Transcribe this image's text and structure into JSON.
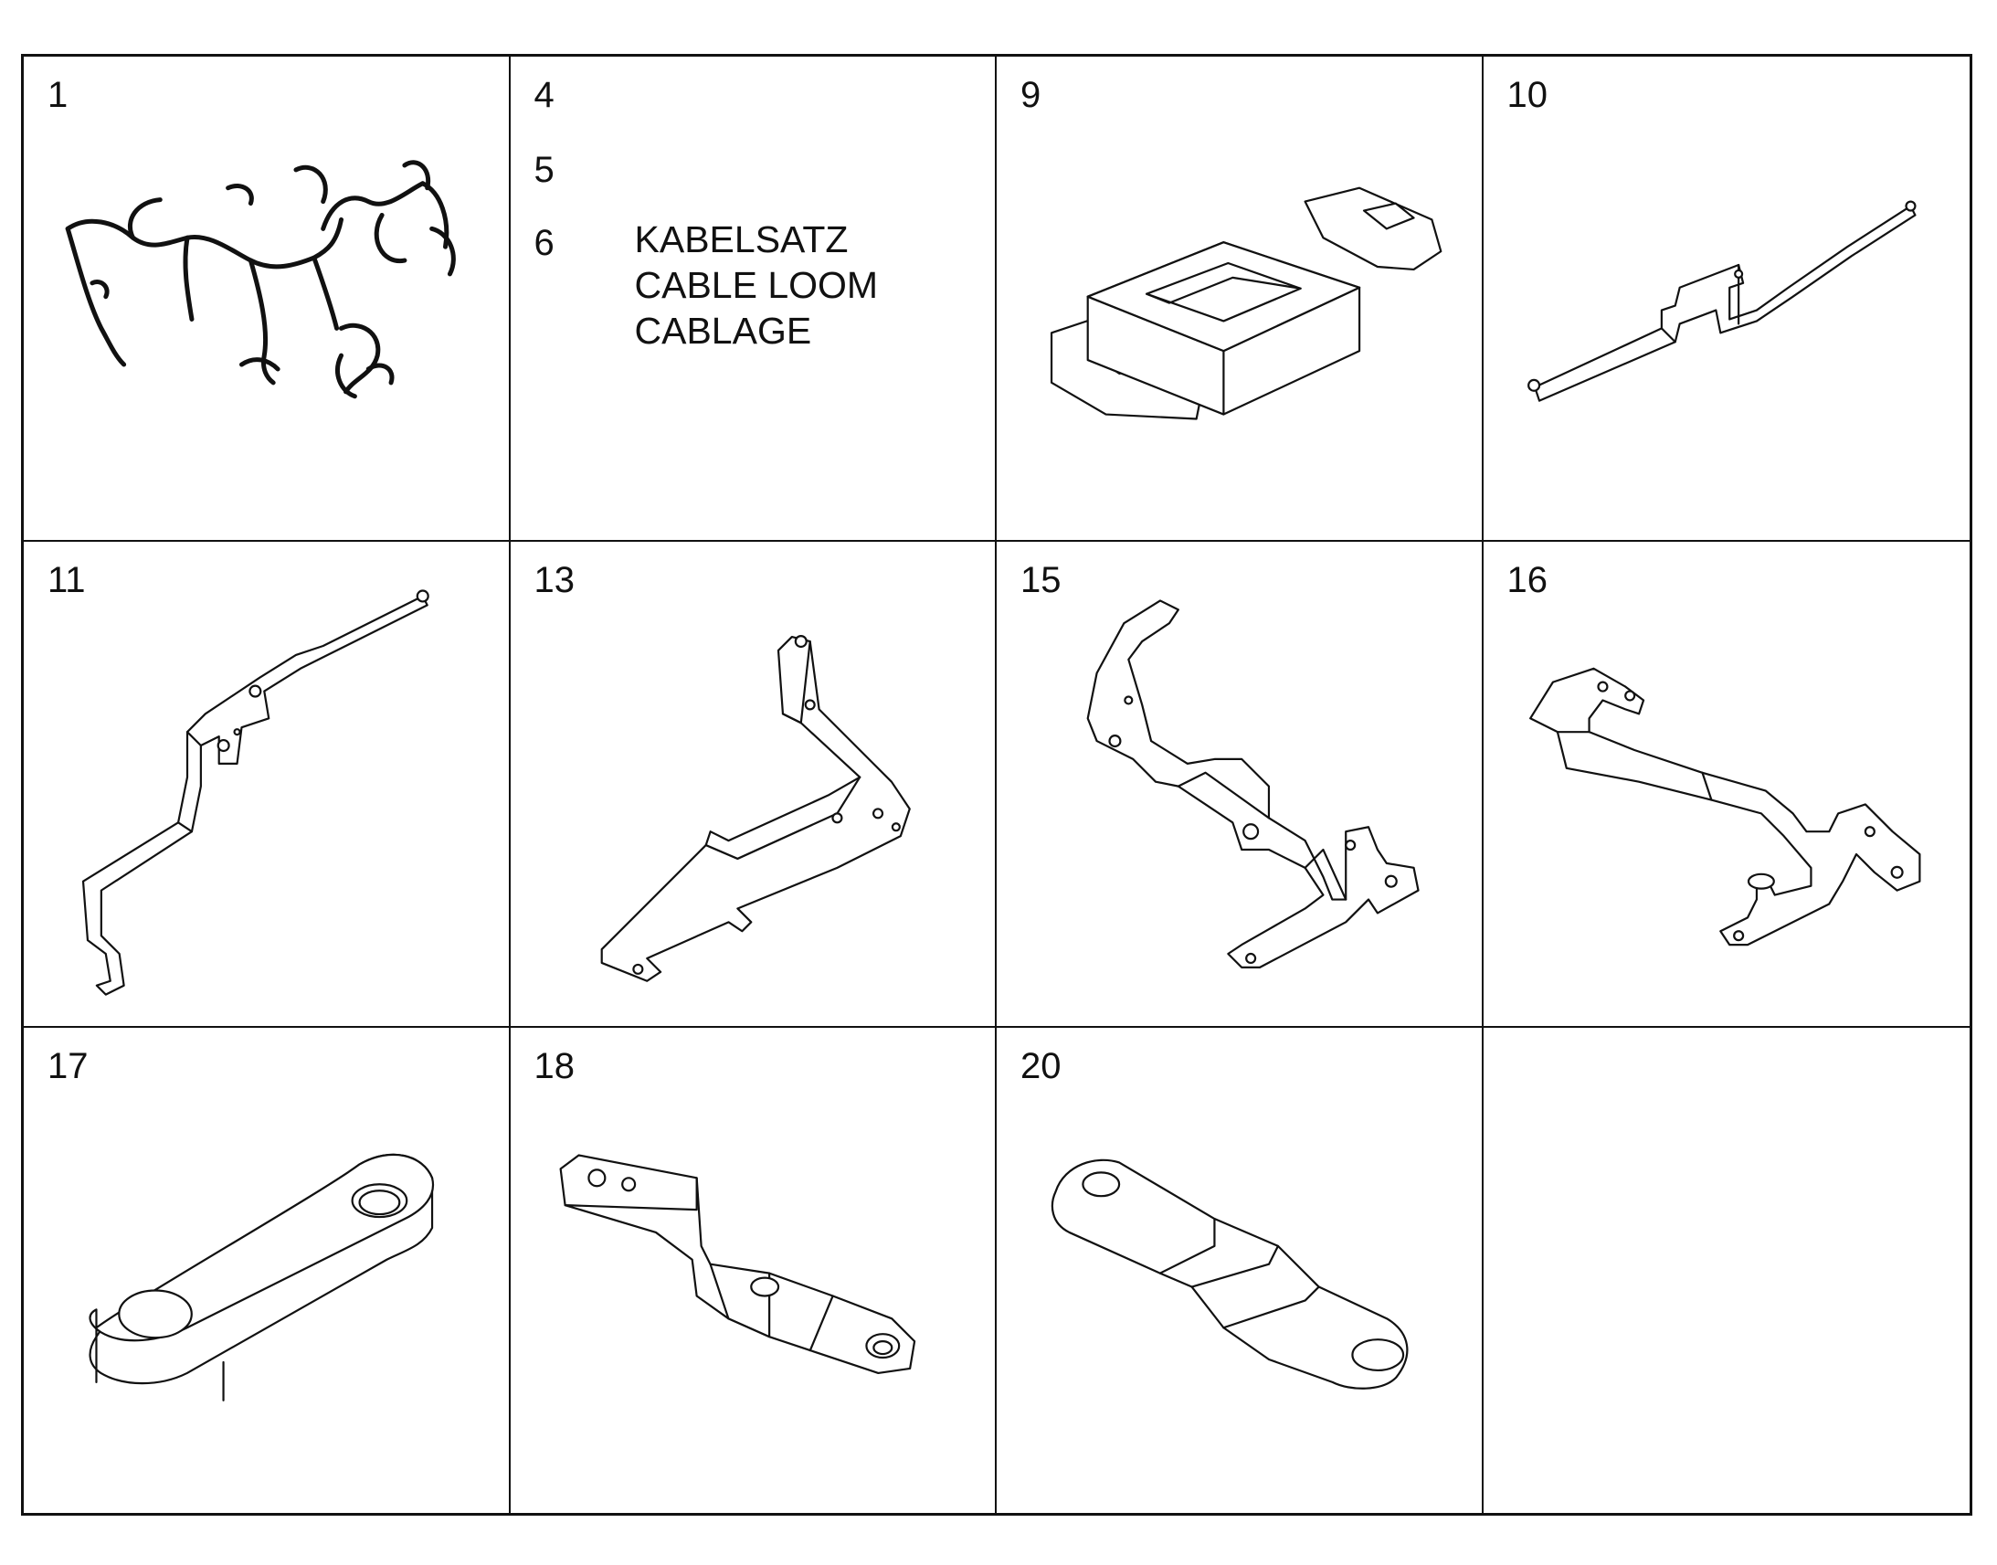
{
  "cells": [
    {
      "numbers": [
        "1"
      ],
      "icon": "cable-harness-icon"
    },
    {
      "numbers": [
        "4",
        "5",
        "6"
      ],
      "labels": [
        "KABELSATZ",
        "CABLE LOOM",
        "CABLAGE"
      ]
    },
    {
      "numbers": [
        "9"
      ],
      "icon": "rectangular-housing-icon"
    },
    {
      "numbers": [
        "10"
      ],
      "icon": "long-bracket-icon"
    },
    {
      "numbers": [
        "11"
      ],
      "icon": "long-bent-bracket-icon"
    },
    {
      "numbers": [
        "13"
      ],
      "icon": "angled-bracket-icon"
    },
    {
      "numbers": [
        "15"
      ],
      "icon": "curved-bracket-icon"
    },
    {
      "numbers": [
        "16"
      ],
      "icon": "stepped-bracket-icon"
    },
    {
      "numbers": [
        "17"
      ],
      "icon": "spacer-plate-icon"
    },
    {
      "numbers": [
        "18"
      ],
      "icon": "offset-strap-icon"
    },
    {
      "numbers": [
        "20"
      ],
      "icon": "offset-link-icon"
    },
    {
      "numbers": []
    }
  ]
}
